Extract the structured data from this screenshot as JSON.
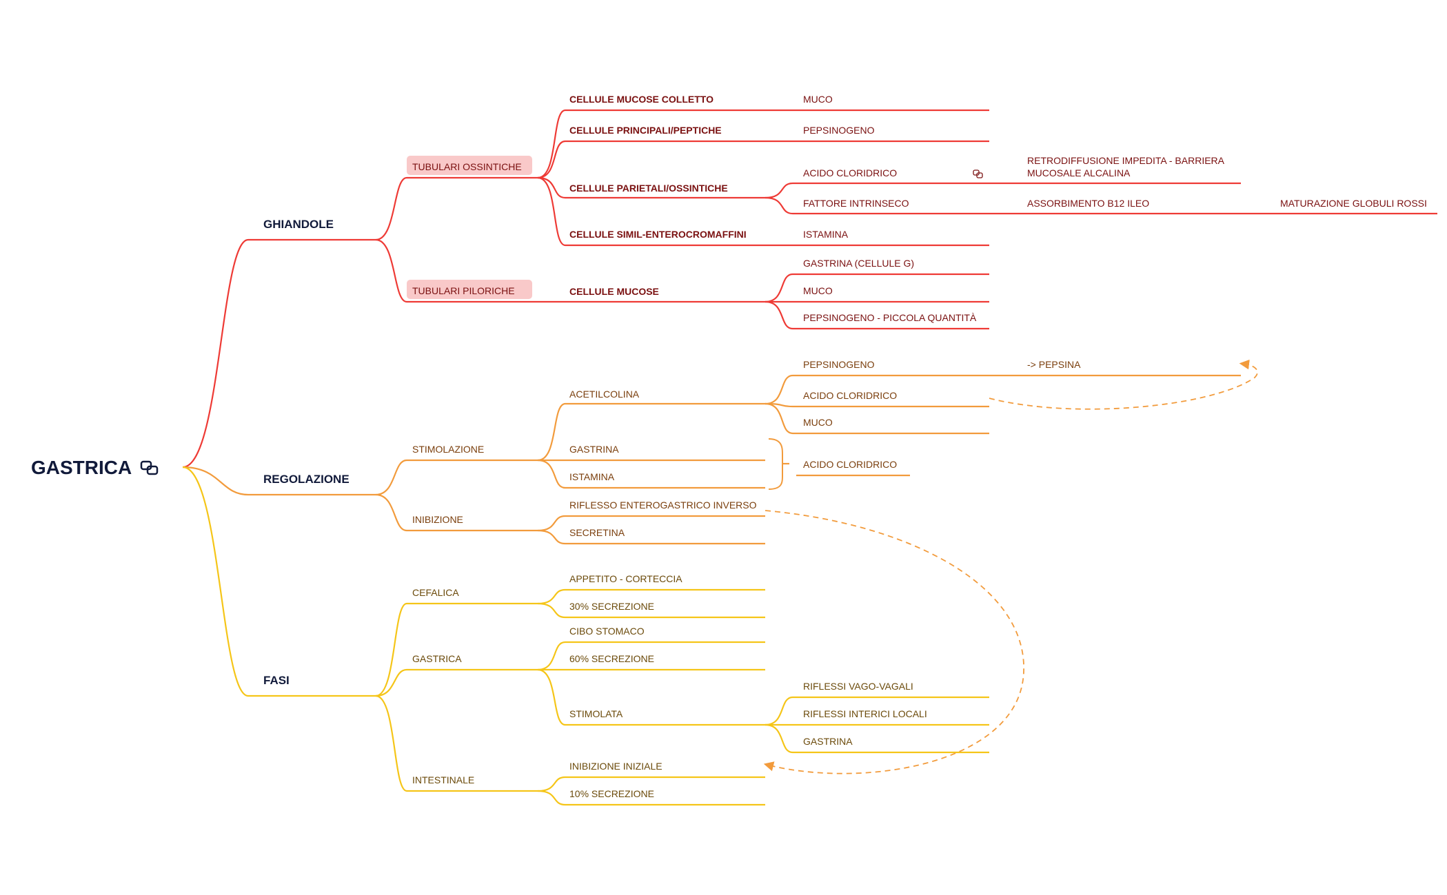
{
  "colors": {
    "red": "#ee3a35",
    "orange": "#f29b3c",
    "yellow": "#f5c518",
    "root_text": "#111a3a",
    "red_text": "#7a1010",
    "orange_text": "#7a3e0c",
    "yellow_text": "#6b4a0a",
    "highlight": "#f9c9c9"
  },
  "root": {
    "label": "GASTRICA",
    "icon": "link-icon"
  },
  "branches": {
    "ghiandole": {
      "label": "GHIANDOLE",
      "tubulari_ossintiche": {
        "label": "TUBULARI OSSINTICHE",
        "mucose_colletto": {
          "label": "CELLULE MUCOSE COLLETTO",
          "muco": "MUCO"
        },
        "principali": {
          "label": "CELLULE PRINCIPALI/PEPTICHE",
          "pepsinogeno": "PEPSINOGENO"
        },
        "parietali": {
          "label": "CELLULE PARIETALI/OSSINTICHE",
          "acido_cloridrico": "ACIDO CLORIDRICO",
          "retrodiffusione_1": "RETRODIFFUSIONE IMPEDITA - BARRIERA",
          "retrodiffusione_2": "MUCOSALE ALCALINA",
          "fattore_intrinseco": "FATTORE INTRINSECO",
          "assorbimento": "ASSORBIMENTO B12 ILEO",
          "maturazione": "MATURAZIONE GLOBULI ROSSI"
        },
        "simil": {
          "label": "CELLULE SIMIL-ENTEROCROMAFFINI",
          "istamina": "ISTAMINA"
        }
      },
      "tubulari_piloriche": {
        "label": "TUBULARI PILORICHE",
        "cellule_mucose": {
          "label": "CELLULE MUCOSE",
          "gastrina": "GASTRINA (CELLULE G)",
          "muco": "MUCO",
          "pepsinogeno": "PEPSINOGENO - PICCOLA QUANTITÀ"
        }
      }
    },
    "regolazione": {
      "label": "REGOLAZIONE",
      "stimolazione": {
        "label": "STIMOLAZIONE",
        "acetilcolina": {
          "label": "ACETILCOLINA",
          "pepsinogeno": "PEPSINOGENO",
          "pepsina": "-> PEPSINA",
          "acido_cloridrico": "ACIDO CLORIDRICO",
          "muco": "MUCO"
        },
        "gastrina": "GASTRINA",
        "istamina": "ISTAMINA",
        "acido_cloridrico_summary": "ACIDO CLORIDRICO"
      },
      "inibizione": {
        "label": "INIBIZIONE",
        "riflesso": "RIFLESSO ENTEROGASTRICO INVERSO",
        "secretina": "SECRETINA"
      }
    },
    "fasi": {
      "label": "FASI",
      "cefalica": {
        "label": "CEFALICA",
        "appetito": "APPETITO - CORTECCIA",
        "secrezione": "30% SECREZIONE"
      },
      "gastrica": {
        "label": "GASTRICA",
        "cibo": "CIBO STOMACO",
        "secrezione": "60% SECREZIONE",
        "stimolata": {
          "label": "STIMOLATA",
          "vago": "RIFLESSI VAGO-VAGALI",
          "interici": "RIFLESSI INTERICI LOCALI",
          "gastrina": "GASTRINA"
        }
      },
      "intestinale": {
        "label": "INTESTINALE",
        "inibizione": "INIBIZIONE INIZIALE",
        "secrezione": "10% SECREZIONE"
      }
    }
  }
}
